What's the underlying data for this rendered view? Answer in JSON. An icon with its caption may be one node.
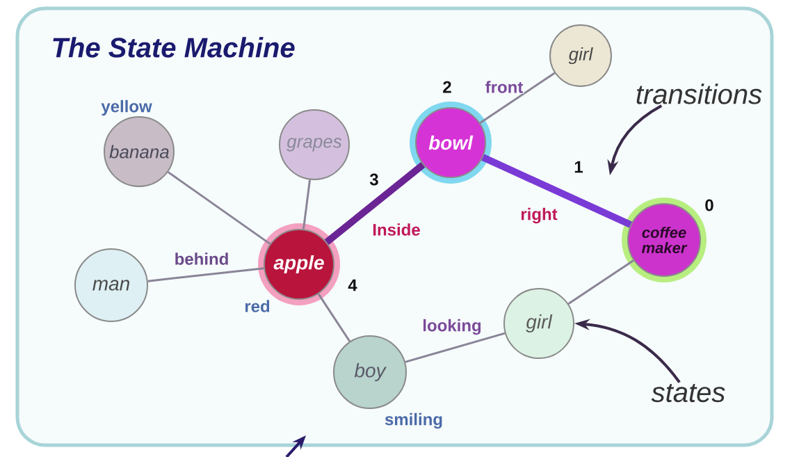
{
  "diagram": {
    "title": "The State Machine",
    "nodes": [
      {
        "text": [
          "girl"
        ]
      },
      {
        "text": [
          "bowl"
        ],
        "beside": [
          "2"
        ]
      },
      {
        "text": [
          "coffee maker"
        ],
        "beside": [
          "0"
        ]
      },
      {
        "text": [
          "banana"
        ],
        "beside": [
          "yellow"
        ]
      },
      {
        "text": [
          "grapes"
        ]
      },
      {
        "text": [
          "apple"
        ],
        "beside": [
          "4",
          "red"
        ]
      },
      {
        "text": [
          "man"
        ]
      },
      {
        "text": [
          "boy"
        ],
        "beside": [
          "smiling"
        ]
      },
      {
        "text": [
          "girl"
        ]
      },
      {
        "text": [
          "transitions"
        ]
      },
      {
        "text": [
          "states"
        ]
      }
    ],
    "edges": [
      {
        "from": 1,
        "to": 0,
        "arrow": "none",
        "label": "front"
      },
      {
        "from": 1,
        "to": 2,
        "arrow": "none",
        "label": "right",
        "style": "thick",
        "color": "#7a3ad6"
      },
      {
        "from": 5,
        "to": 1,
        "arrow": "none",
        "label": "Inside",
        "style": "thick",
        "color": "#6a2494"
      },
      {
        "from": 3,
        "to": 5,
        "arrow": "none"
      },
      {
        "from": 4,
        "to": 5,
        "arrow": "none"
      },
      {
        "from": 6,
        "to": 5,
        "arrow": "none",
        "label": "behind"
      },
      {
        "from": 5,
        "to": 7,
        "arrow": "none"
      },
      {
        "from": 7,
        "to": 8,
        "arrow": "none",
        "label": "looking"
      },
      {
        "from": 8,
        "to": 2,
        "arrow": "none"
      },
      {
        "from": 9,
        "to": null,
        "arrow": "to"
      },
      {
        "from": 10,
        "to": 8,
        "arrow": "to"
      }
    ],
    "labels": [
      "3",
      "1"
    ]
  }
}
